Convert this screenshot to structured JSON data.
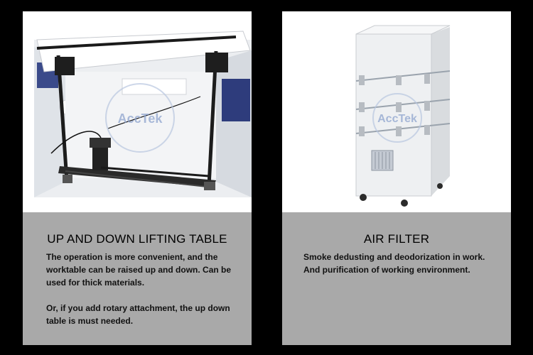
{
  "cards": [
    {
      "title": "UP AND DOWN LIFTING TABLE",
      "paragraphs": [
        "The operation is more convenient, and the worktable can be raised up and down. Can be used for thick materials.",
        "Or, if you add rotary attachment, the up down table is must needed."
      ],
      "watermark": "AccTek",
      "photo_icon": "lifting-table-photo"
    },
    {
      "title": "AIR FILTER",
      "paragraphs": [
        "Smoke dedusting and deodorization in work. And purification of working environment."
      ],
      "watermark": "AccTek",
      "photo_icon": "air-filter-photo"
    }
  ],
  "colors": {
    "background": "#000000",
    "caption_panel": "#a9a9a9",
    "text": "#111111"
  }
}
